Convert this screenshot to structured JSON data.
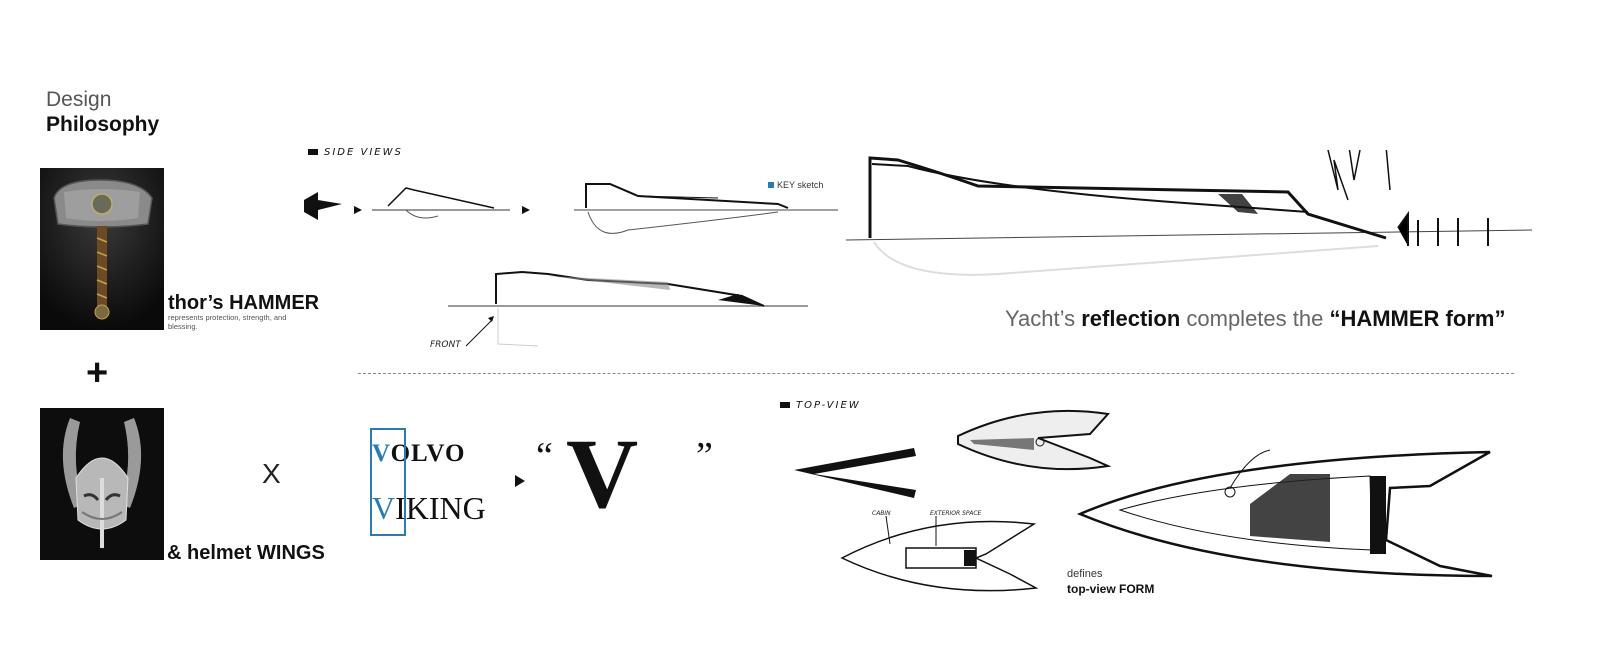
{
  "header": {
    "line1": "Design",
    "line2": "Philosophy"
  },
  "hammer": {
    "caption": "thor’s HAMMER",
    "subtitle": "represents protection, strength, and blessing."
  },
  "plus_symbol": "+",
  "helmet": {
    "caption": "& helmet WINGS"
  },
  "times_symbol": "X",
  "side_views": {
    "label": "SIDE VIEWS",
    "key_label": "KEY sketch",
    "front_note": "FRONT"
  },
  "reflection": {
    "prefix": "Yacht’s ",
    "bold1": "reflection",
    "middle": " completes the ",
    "bold2": "“HAMMER form”"
  },
  "brand": {
    "volvo_first": "V",
    "volvo_rest": "OLVO",
    "viking_first": "V",
    "viking_rest": "IKING",
    "quote_open": "“",
    "quote_close": "”",
    "big_letter": "V"
  },
  "top_view": {
    "label": "TOP-VIEW",
    "cabin_note": "CABIN",
    "exterior_note": "EXTERIOR SPACE",
    "defines": "defines",
    "form": "top-view FORM"
  },
  "colors": {
    "accent": "#2a7bb5",
    "ink": "#111111",
    "gray": "#666666"
  },
  "icons": [
    "hammer-icon",
    "helmet-icon",
    "arrow-right-icon"
  ]
}
